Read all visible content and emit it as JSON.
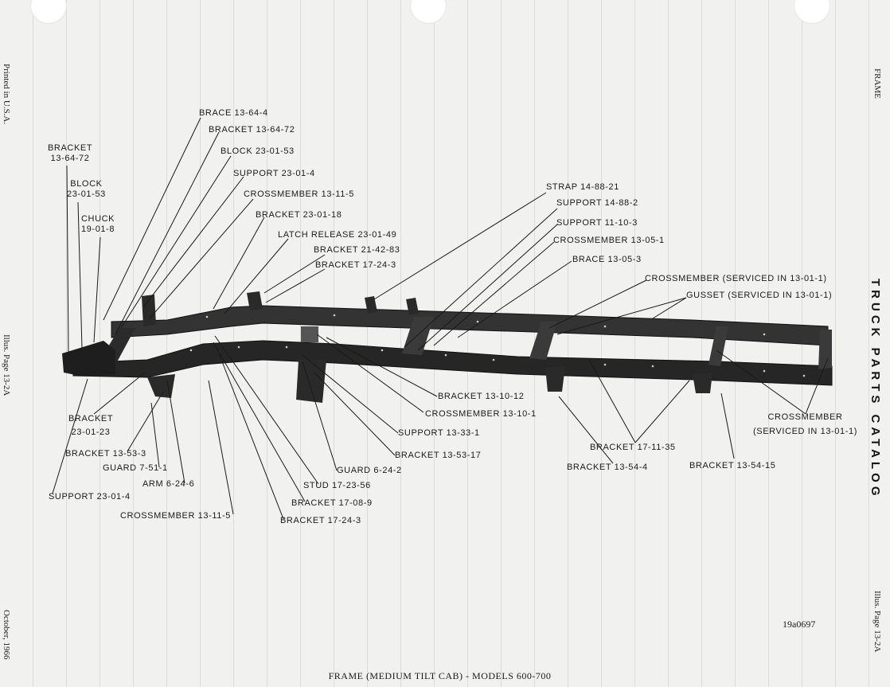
{
  "page": {
    "left_margin": {
      "printed": "Printed in U.S.A.",
      "illus": "Illus. Page 13-2A",
      "date": "October, 1966"
    },
    "right_margin": {
      "section": "FRAME",
      "catalog": "TRUCK PARTS CATALOG",
      "illus": "Illus. Page 13-2A"
    },
    "caption": "FRAME (MEDIUM TILT CAB) - MODELS 600-700",
    "figure_number": "19a0697"
  },
  "labels": {
    "bracket_13_64_72_left_1": "BRACKET",
    "bracket_13_64_72_left_2": "13-64-72",
    "block_23_01_53_left_1": "BLOCK",
    "block_23_01_53_left_2": "23-01-53",
    "chuck_1": "CHUCK",
    "chuck_2": "19-01-8",
    "brace_13_64_4": "BRACE 13-64-4",
    "bracket_13_64_72": "BRACKET 13-64-72",
    "block_23_01_53": "BLOCK 23-01-53",
    "support_23_01_4_top": "SUPPORT 23-01-4",
    "crossmember_13_11_5_top": "CROSSMEMBER 13-11-5",
    "bracket_23_01_18": "BRACKET 23-01-18",
    "latch_release": "LATCH RELEASE 23-01-49",
    "bracket_21_42_83": "BRACKET 21-42-83",
    "bracket_17_24_3_top": "BRACKET 17-24-3",
    "strap_14_88_21": "STRAP 14-88-21",
    "support_14_88_2": "SUPPORT 14-88-2",
    "support_11_10_3": "SUPPORT 11-10-3",
    "crossmember_13_05_1": "CROSSMEMBER 13-05-1",
    "brace_13_05_3": "BRACE 13-05-3",
    "crossmember_serviced": "CROSSMEMBER (SERVICED IN 13-01-1)",
    "gusset_serviced": "GUSSET (SERVICED IN 13-01-1)",
    "crossmember_rear_1": "CROSSMEMBER",
    "crossmember_rear_2": "(SERVICED IN 13-01-1)",
    "bracket_13_10_12": "BRACKET 13-10-12",
    "crossmember_13_10_1": "CROSSMEMBER 13-10-1",
    "support_13_33_1": "SUPPORT 13-33-1",
    "bracket_13_53_17": "BRACKET 13-53-17",
    "guard_6_24_2": "GUARD 6-24-2",
    "stud_17_23_56": "STUD 17-23-56",
    "bracket_17_08_9": "BRACKET 17-08-9",
    "bracket_17_24_3_bottom": "BRACKET 17-24-3",
    "bracket_23_01_23_1": "BRACKET",
    "bracket_23_01_23_2": "23-01-23",
    "bracket_13_53_3": "BRACKET 13-53-3",
    "guard_7_51_1": "GUARD 7-51-1",
    "arm_6_24_6": "ARM 6-24-6",
    "support_23_01_4_bottom": "SUPPORT 23-01-4",
    "crossmember_13_11_5_bottom": "CROSSMEMBER 13-11-5",
    "bracket_17_11_35": "BRACKET 17-11-35",
    "bracket_13_54_4": "BRACKET 13-54-4",
    "bracket_13_54_15": "BRACKET 13-54-15"
  }
}
